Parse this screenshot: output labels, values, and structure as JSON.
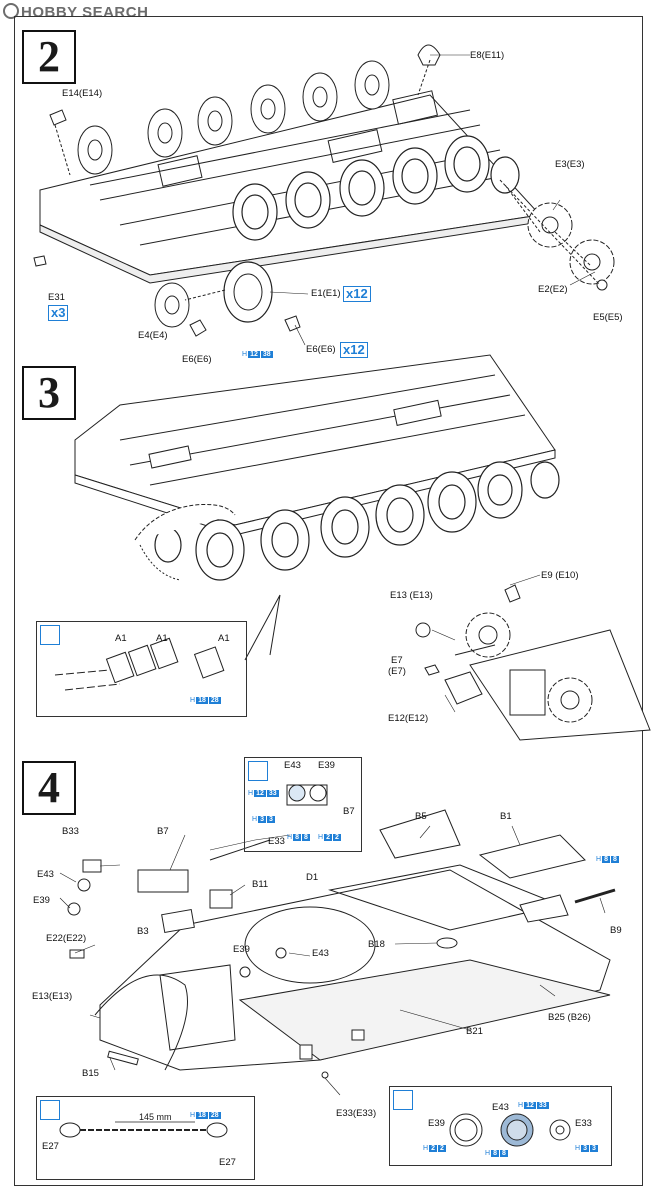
{
  "watermark": "HOBBY SEARCH",
  "steps": [
    "2",
    "3",
    "4"
  ],
  "step2": {
    "labels": {
      "e8": "E8(E11)",
      "e14": "E14(E14)",
      "e3": "E3(E3)",
      "e31": "E31",
      "e1": "E1(E1)",
      "e2": "E2(E2)",
      "e4": "E4(E4)",
      "e5": "E5(E5)",
      "e6a": "E6(E6)",
      "e6b": "E6(E6)"
    },
    "qty": {
      "e31": "x3",
      "e1": "x12",
      "e6": "x12"
    },
    "ref": {
      "h": "H",
      "a": "12",
      "b": "38"
    }
  },
  "step3": {
    "labels": {
      "e9": "E9 (E10)",
      "e13": "E13 (E13)",
      "e7a": "E7",
      "e7b": "(E7)",
      "e12": "E12(E12)",
      "a1a": "A1",
      "a1b": "A1",
      "a1c": "A1"
    },
    "ref": {
      "h": "H",
      "a": "18",
      "b": "28"
    }
  },
  "step4": {
    "labels": {
      "e43a": "E43",
      "e39a": "E39",
      "b7a": "B7",
      "e33a": "E33",
      "b5": "B5",
      "b1": "B1",
      "b33": "B33",
      "b7b": "B7",
      "e43b": "E43",
      "e39b": "E39",
      "b11": "B11",
      "d1": "D1",
      "b3": "B3",
      "b9": "B9",
      "e22": "E22(E22)",
      "e39c": "E39",
      "e43c": "E43",
      "b18": "B18",
      "e13": "E13(E13)",
      "b25": "B25 (B26)",
      "b21": "B21",
      "b15": "B15",
      "e33b": "E33(E33)",
      "e27a": "E27",
      "e27b": "E27",
      "e39d": "E39",
      "e43d": "E43",
      "e33c": "E33"
    },
    "length": "145 mm",
    "refs": {
      "r1": {
        "h": "H",
        "a": "12",
        "b": "33"
      },
      "r2": {
        "h": "H",
        "a": "3",
        "b": "3"
      },
      "r3": {
        "h": "H",
        "a": "8",
        "b": "8"
      },
      "r4": {
        "h": "H",
        "a": "2",
        "b": "2"
      },
      "r5": {
        "h": "H",
        "a": "8",
        "b": "8"
      },
      "r6": {
        "h": "H",
        "a": "18",
        "b": "28"
      },
      "r7": {
        "h": "H",
        "a": "12",
        "b": "33"
      },
      "r8": {
        "h": "H",
        "a": "2",
        "b": "2"
      },
      "r9": {
        "h": "H",
        "a": "8",
        "b": "8"
      },
      "r10": {
        "h": "H",
        "a": "3",
        "b": "3"
      }
    }
  }
}
